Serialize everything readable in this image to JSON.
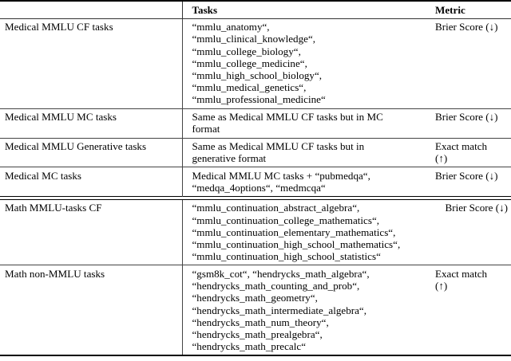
{
  "table": {
    "headers": {
      "category": "",
      "tasks": "Tasks",
      "metric": "Metric"
    },
    "metrics": {
      "brier": "Brier Score (↓)",
      "exact_match_word1": "Exact",
      "exact_match_word2": "match",
      "exact_match_arrow": "(↑)"
    },
    "sections": [
      {
        "name": "medical",
        "rows": [
          {
            "category": "Medical MMLU CF tasks",
            "tasks": [
              "“mmlu_anatomy“,",
              "“mmlu_clinical_knowledge“,",
              "“mmlu_college_biology“,",
              "“mmlu_college_medicine“,",
              "“mmlu_high_school_biology“,",
              "“mmlu_medical_genetics“,",
              "“mmlu_professional_medicine“"
            ],
            "metric": "Brier Score (↓)"
          },
          {
            "category": "Medical MMLU MC tasks",
            "tasks": [
              "Same as Medical MMLU CF tasks but in MC",
              "format"
            ],
            "metric": "Brier Score (↓)"
          },
          {
            "category": "Medical MMLU Generative tasks",
            "tasks": [
              "Same as Medical MMLU CF tasks but in",
              "generative format"
            ],
            "metric_lines": [
              "Exact    match",
              "(↑)"
            ]
          },
          {
            "category": "Medical MC tasks",
            "tasks": [
              "Medical MMLU MC tasks + “pubmedqa“,",
              "“medqa_4options“, “medmcqa“"
            ],
            "metric": "Brier Score (↓)"
          }
        ]
      },
      {
        "name": "math",
        "rows": [
          {
            "category": "Math MMLU-tasks CF",
            "tasks": [
              "“mmlu_continuation_abstract_algebra“,",
              "“mmlu_continuation_college_mathematics“,",
              "“mmlu_continuation_elementary_mathematics“,",
              "“mmlu_continuation_high_school_mathematics“,",
              "“mmlu_continuation_high_school_statistics“"
            ],
            "metric": "Brier Score (↓)"
          },
          {
            "category": "Math non-MMLU tasks",
            "tasks": [
              "“gsm8k_cot“, “hendrycks_math_algebra“,",
              "“hendrycks_math_counting_and_prob“,",
              "“hendrycks_math_geometry“,",
              "“hendrycks_math_intermediate_algebra“,",
              "“hendrycks_math_num_theory“,",
              "“hendrycks_math_prealgebra“,",
              "“hendrycks_math_precalc“"
            ],
            "metric_lines": [
              "Exact    match",
              "(↑)"
            ]
          }
        ]
      }
    ]
  }
}
